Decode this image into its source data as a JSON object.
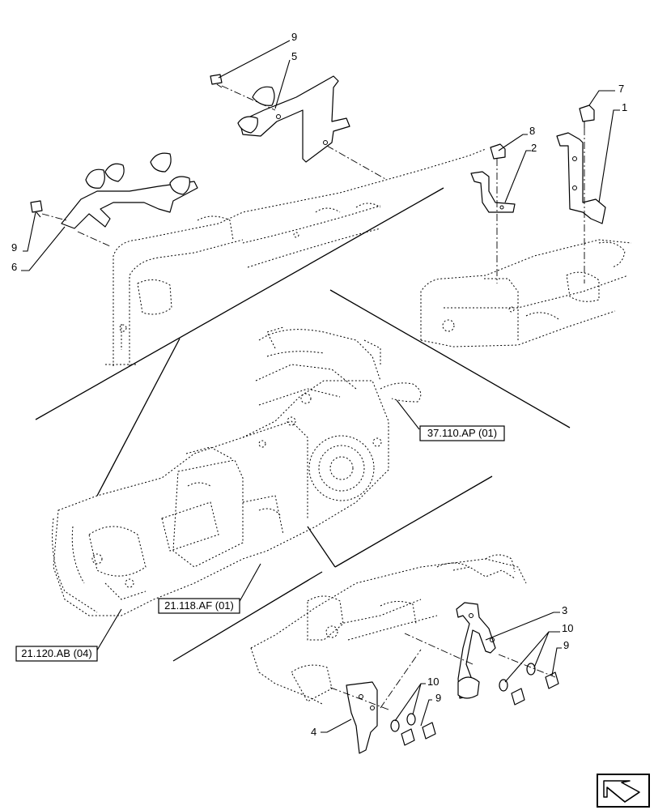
{
  "callouts": {
    "c1": "1",
    "c2": "2",
    "c3": "3",
    "c4": "4",
    "c5": "5",
    "c6": "6",
    "c7": "7",
    "c8": "8",
    "c9a": "9",
    "c9b": "9",
    "c9c": "9",
    "c9d": "9",
    "c10a": "10",
    "c10b": "10"
  },
  "references": {
    "r1": "37.110.AP (01)",
    "r2": "21.118.AF (01)",
    "r3": "21.120.AB (04)"
  },
  "icons": {
    "nav": "navigation-arrow-icon"
  }
}
